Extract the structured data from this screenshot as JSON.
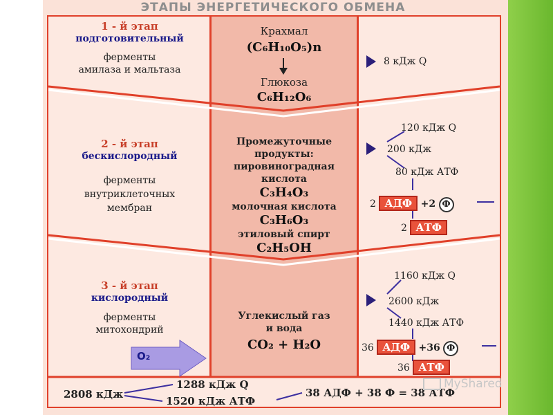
{
  "title": "ЭТАПЫ ЭНЕРГЕТИЧЕСКОГО ОБМЕНА",
  "stage1": {
    "number": "1 - й этап",
    "name": "подготовительный",
    "enzymes_line1": "ферменты",
    "enzymes_line2": "амилаза и мальтаза",
    "substance1": "Крахмал",
    "formula1": "(C₆H₁₀O₅)n",
    "substance2": "Глюкоза",
    "formula2": "C₆H₁₂O₆",
    "energy": "8 кДж Q"
  },
  "stage2": {
    "number": "2 - й этап",
    "name": "бескислородный",
    "enzymes_line1": "ферменты",
    "enzymes_line2": "внутриклеточных",
    "enzymes_line3": "мембран",
    "products_line1": "Промежуточные",
    "products_line2": "продукты:",
    "products_line3": "пировиноградная",
    "products_line4": "кислота",
    "formula1": "C₃H₄O₃",
    "product2": "молочная кислота",
    "formula2": "C₃H₆O₃",
    "product3": "этиловый спирт",
    "formula3": "C₂H₅OH",
    "heat": "120 кДж Q",
    "total": "200 кДж",
    "atp_energy": "80 кДж АТФ",
    "adp_coef": "2",
    "adp": "АДФ",
    "plus_p": "+2",
    "p": "Ф",
    "atp_coef": "2",
    "atp": "АТФ"
  },
  "stage3": {
    "number": "3 - й этап",
    "name": "кислородный",
    "enzymes_line1": "ферменты",
    "enzymes_line2": "митохондрий",
    "o2": "O₂",
    "products_line1": "Углекислый газ",
    "products_line2": "и вода",
    "formula": "CO₂ + H₂O",
    "heat": "1160 кДж Q",
    "total": "2600 кДж",
    "atp_energy": "1440 кДж АТФ",
    "adp_coef": "36",
    "adp": "АДФ",
    "plus_p": "+36",
    "p": "Ф",
    "atp_coef": "36",
    "atp": "АТФ"
  },
  "summary": {
    "total": "2808 кДж",
    "heat": "1288 кДж Q",
    "atp_energy": "1520 кДж АТФ",
    "equation": "38 АДФ + 38 Ф = 38 АТФ"
  },
  "watermark": "MyShared",
  "colors": {
    "frame": "#e0402a",
    "middle_column": "#f2b9a9",
    "stage_number": "#c8402a",
    "stage_name": "#1a1a8a",
    "accent_green": "#7ac23c"
  }
}
